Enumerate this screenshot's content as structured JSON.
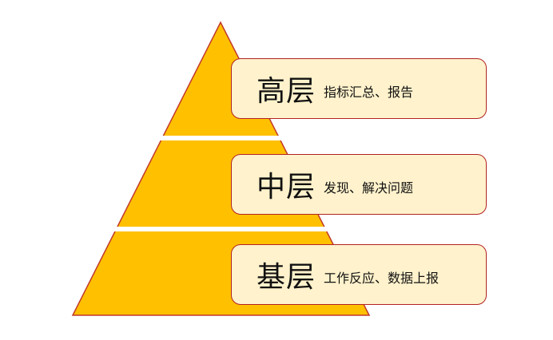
{
  "diagram": {
    "type": "pyramid",
    "colors": {
      "pyramid_fill": "#ffc000",
      "pyramid_stroke": "#c0392b",
      "box_fill": "#fff2cc",
      "box_stroke": "#b22222"
    },
    "levels": [
      {
        "title": "高层",
        "description": "指标汇总、报告"
      },
      {
        "title": "中层",
        "description": "发现、解决问题"
      },
      {
        "title": "基层",
        "description": "工作反应、数据上报"
      }
    ]
  }
}
